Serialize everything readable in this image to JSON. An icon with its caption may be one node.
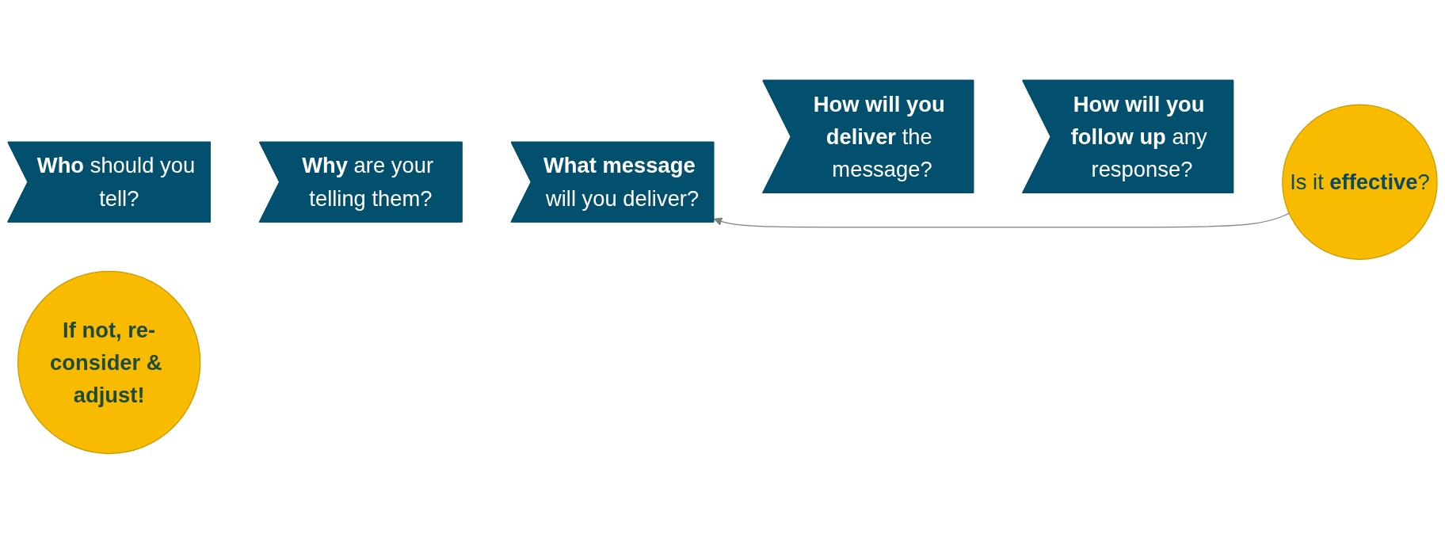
{
  "diagram": {
    "nodes": [
      {
        "text": [
          "**Who** should you tell?"
        ]
      },
      {
        "text": [
          "**Why** are your telling them?"
        ]
      },
      {
        "text": [
          "**What message** will you deliver?"
        ]
      },
      {
        "text": [
          "**How will you deliver** the message?"
        ]
      },
      {
        "text": [
          "**How will you follow up** any response?"
        ]
      },
      {
        "text": [
          "Is it **effective**?"
        ]
      },
      {
        "text": [
          "If not, re-consider & adjust!"
        ]
      }
    ],
    "edges": [
      {
        "from": 5,
        "to": 2,
        "arrow": "to"
      }
    ]
  }
}
